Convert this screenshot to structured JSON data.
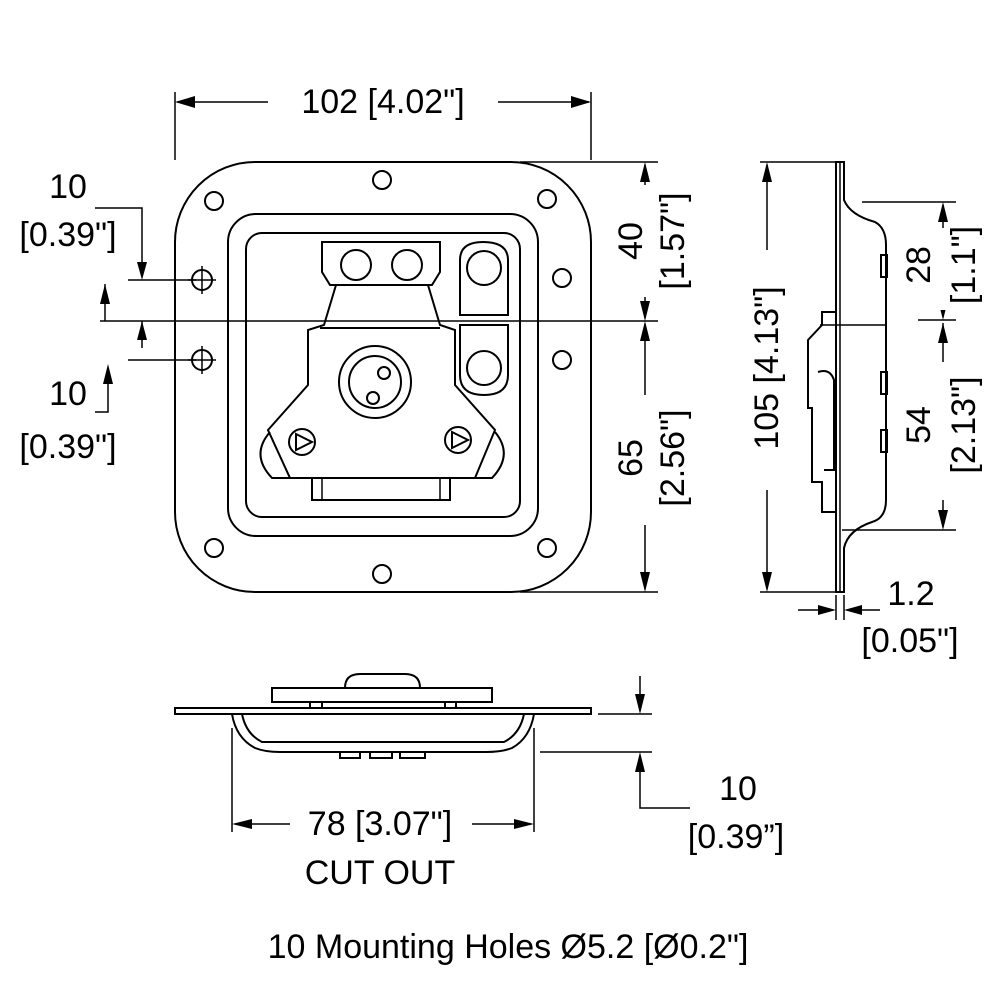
{
  "dims": {
    "width_total": "102 [4.02\"]",
    "left_offset_top": {
      "mm": "10",
      "in": "[0.39\"]"
    },
    "left_offset_bottom": {
      "mm": "10",
      "in": "[0.39\"]"
    },
    "right_upper": {
      "mm": "40",
      "in": "[1.57\"]"
    },
    "right_lower": {
      "mm": "65",
      "in": "[2.56\"]"
    },
    "side_height": {
      "mm": "105",
      "in": "[4.13\"]"
    },
    "side_upper": {
      "mm": "28",
      "in": "[1.1\"]"
    },
    "side_lower": {
      "mm": "54",
      "in": "[2.13\"]"
    },
    "thickness": {
      "mm": "1.2",
      "in": "[0.05\"]"
    },
    "depth": {
      "mm": "10",
      "in": "[0.39”]"
    },
    "cutout": "78 [3.07\"]",
    "cutout_label": "CUT OUT"
  },
  "footnote": "10 Mounting Holes Ø5.2 [Ø0.2\"]"
}
